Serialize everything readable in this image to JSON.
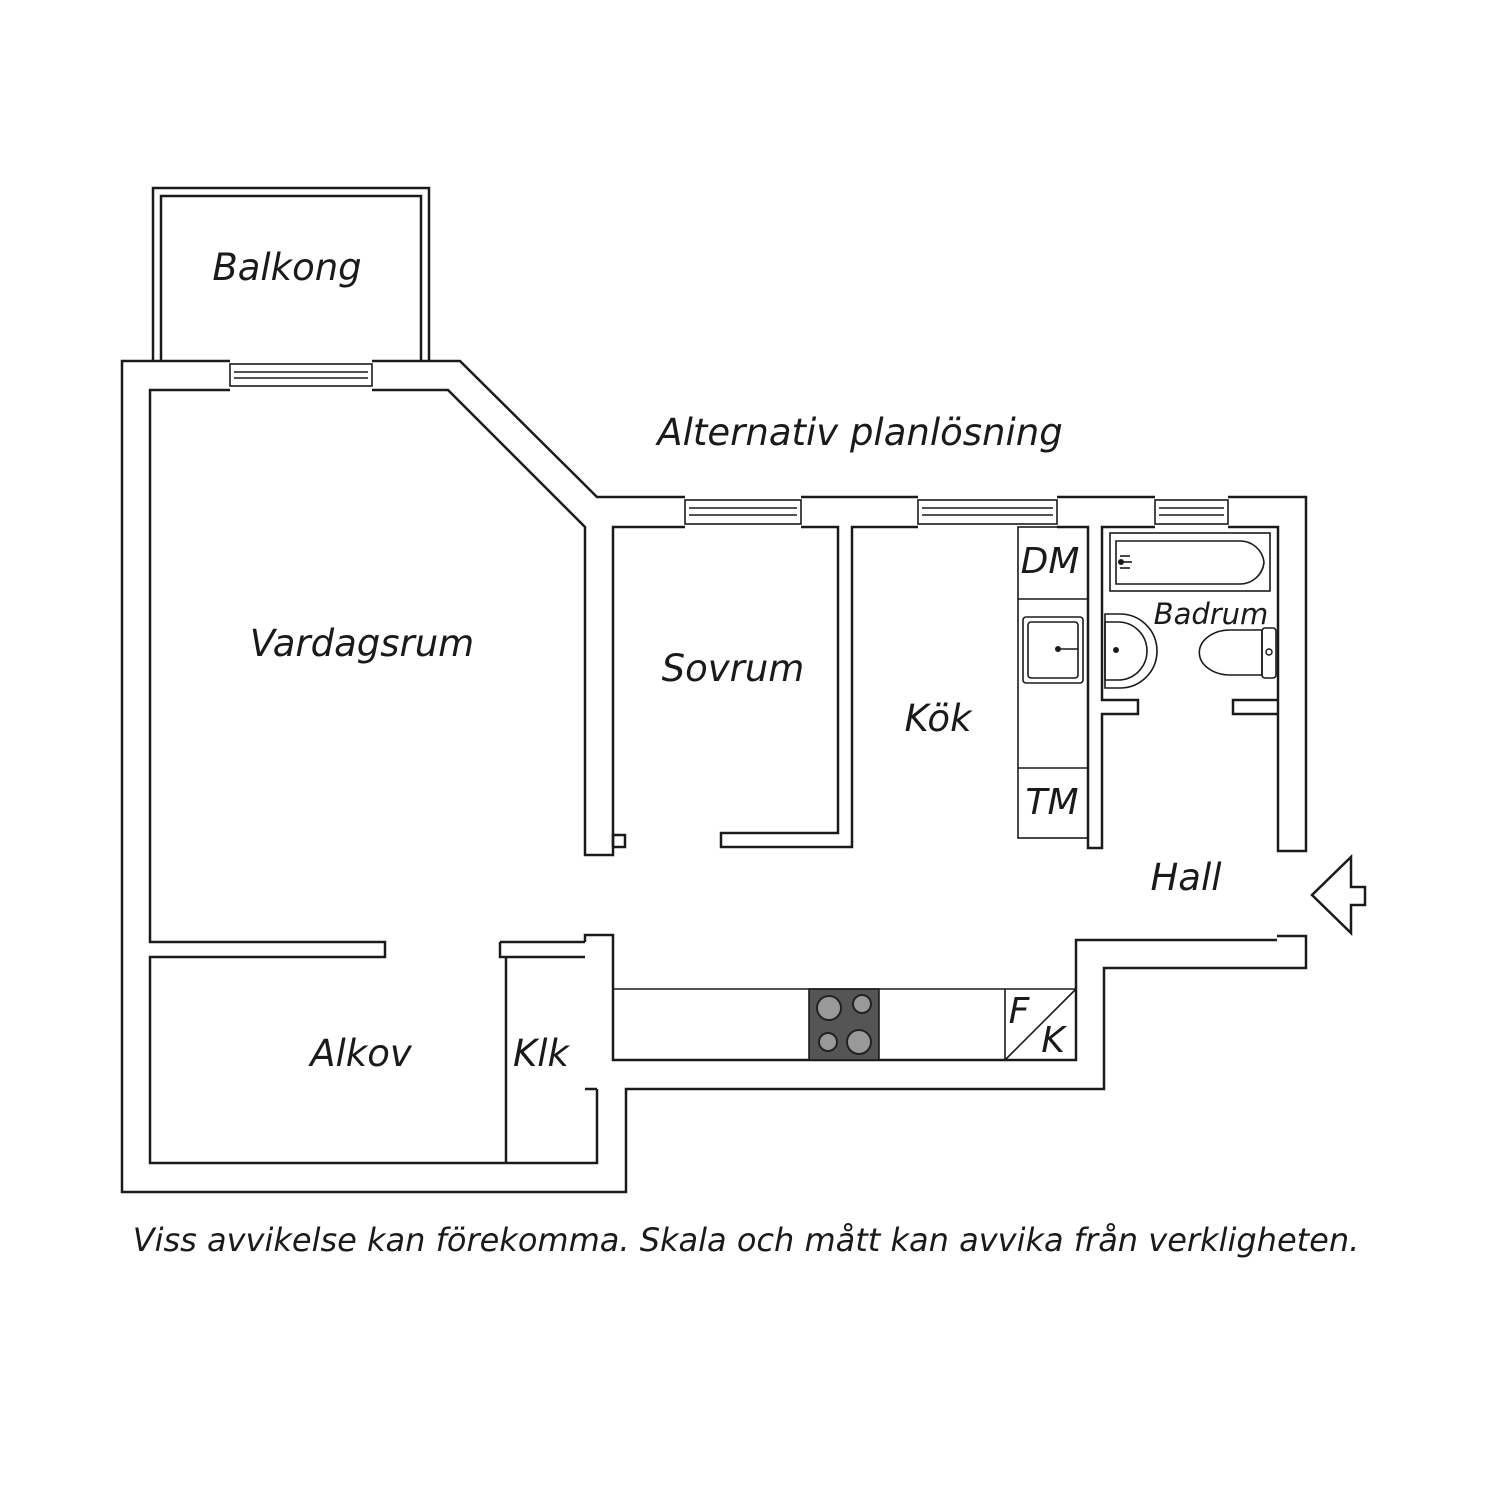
{
  "title": "Alternativ planlösning",
  "rooms": {
    "balkong": "Balkong",
    "vardagsrum": "Vardagsrum",
    "sovrum": "Sovrum",
    "kok": "Kök",
    "badrum": "Badrum",
    "hall": "Hall",
    "alkov": "Alkov",
    "klk": "Klk"
  },
  "fixtures": {
    "dishwasher": "DM",
    "dryer": "TM",
    "fridge": "F",
    "freezer": "K"
  },
  "disclaimer": "Viss avvikelse kan förekomma. Skala och mått kan avvika från verkligheten.",
  "colors": {
    "line": "#1a1a1a",
    "stove": "#555555",
    "background": "#ffffff"
  }
}
